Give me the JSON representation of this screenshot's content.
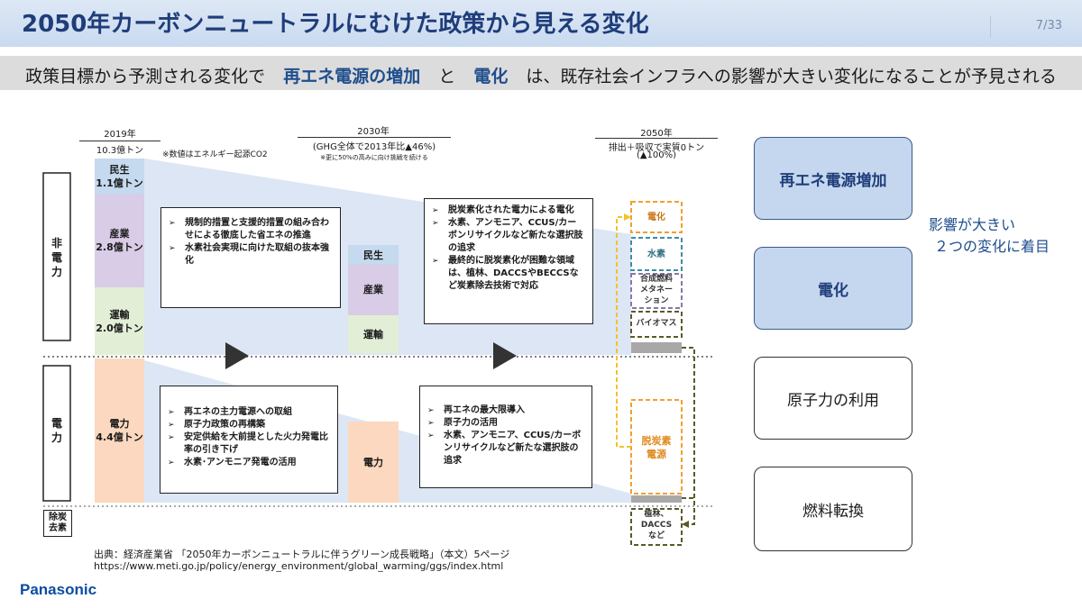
{
  "header": {
    "title": "2050年カーボンニュートラルにむけた政策から見える変化",
    "page": "7/33"
  },
  "subtitle": {
    "pre": "政策目標から予測される変化で",
    "hl1": "再エネ電源の増加",
    "mid": "と",
    "hl2": "電化",
    "post": "は、既存社会インフラへの影響が大きい変化になることが予見される"
  },
  "rows": {
    "non_power": "非\n電\n力",
    "power": "電\n力",
    "removal": "除炭\n去素"
  },
  "y2019": {
    "year": "2019年",
    "total": "10.3億トン",
    "note": "※数値はエネルギー起源CO2",
    "segments": [
      {
        "name": "民生",
        "value": "1.1億トン"
      },
      {
        "name": "産業",
        "value": "2.8億トン"
      },
      {
        "name": "運輸",
        "value": "2.0億トン"
      },
      {
        "name": "電力",
        "value": "4.4億トン"
      }
    ]
  },
  "y2030": {
    "year": "2030年",
    "total": "(GHG全体で2013年比▲46%)",
    "note": "※更に50%の高みに向け挑戦を続ける",
    "segments": [
      "民生",
      "産業",
      "運輸",
      "電力"
    ]
  },
  "y2050": {
    "year": "2050年",
    "total": "排出＋吸収で実質0トン",
    "pct": "(▲100%)",
    "items": [
      "電化",
      "水素",
      "合成燃料\nメタネー\nション",
      "バイオマス",
      "脱炭素\n電源",
      "植林、\nDACCS\nなど"
    ]
  },
  "policies": {
    "non_power_2030": [
      "規制的措置と支援的措置の組み合わせによる徹底した省エネの推進",
      "水素社会実現に向けた取組の抜本強化"
    ],
    "non_power_2050": [
      "脱炭素化された電力による電化",
      "水素、アンモニア、CCUS/カーボンリサイクルなど新たな選択肢の追求",
      "最終的に脱炭素化が困難な領域は、植林、DACCSやBECCSなど炭素除去技術で対応"
    ],
    "power_2030": [
      "再エネの主力電源への取組",
      "原子力政策の再構築",
      "安定供給を大前提とした火力発電比率の引き下げ",
      "水素･アンモニア発電の活用"
    ],
    "power_2050": [
      "再エネの最大限導入",
      "原子力の活用",
      "水素、アンモニア、CCUS/カーボンリサイクルなど新たな選択肢の追求"
    ]
  },
  "right_panel": {
    "boxes": [
      "再エネ電源増加",
      "電化",
      "原子力の利用",
      "燃料転換"
    ],
    "impact_line1": "影響が大きい",
    "impact_line2": "２つの変化に着目"
  },
  "source": {
    "line1": "出典：経済産業省 「2050年カーボンニュートラルに伴うグリーン成長戦略」（本文）5ページ",
    "line2": "https://www.meti.go.jp/policy/energy_environment/global_warming/ggs/index.html"
  },
  "footer": {
    "logo": "Panasonic"
  },
  "colors": {
    "title": "#1f3d7a",
    "minsei": "#c5d9ef",
    "sangyo": "#d8cce6",
    "unyu": "#e2efd6",
    "denryoku": "#fbd8bf",
    "orange": "#f0a030",
    "yellow": "#f2c22e",
    "teal": "#3f8ca0",
    "purple": "#8a76a8",
    "olive": "#5a5a2a"
  }
}
